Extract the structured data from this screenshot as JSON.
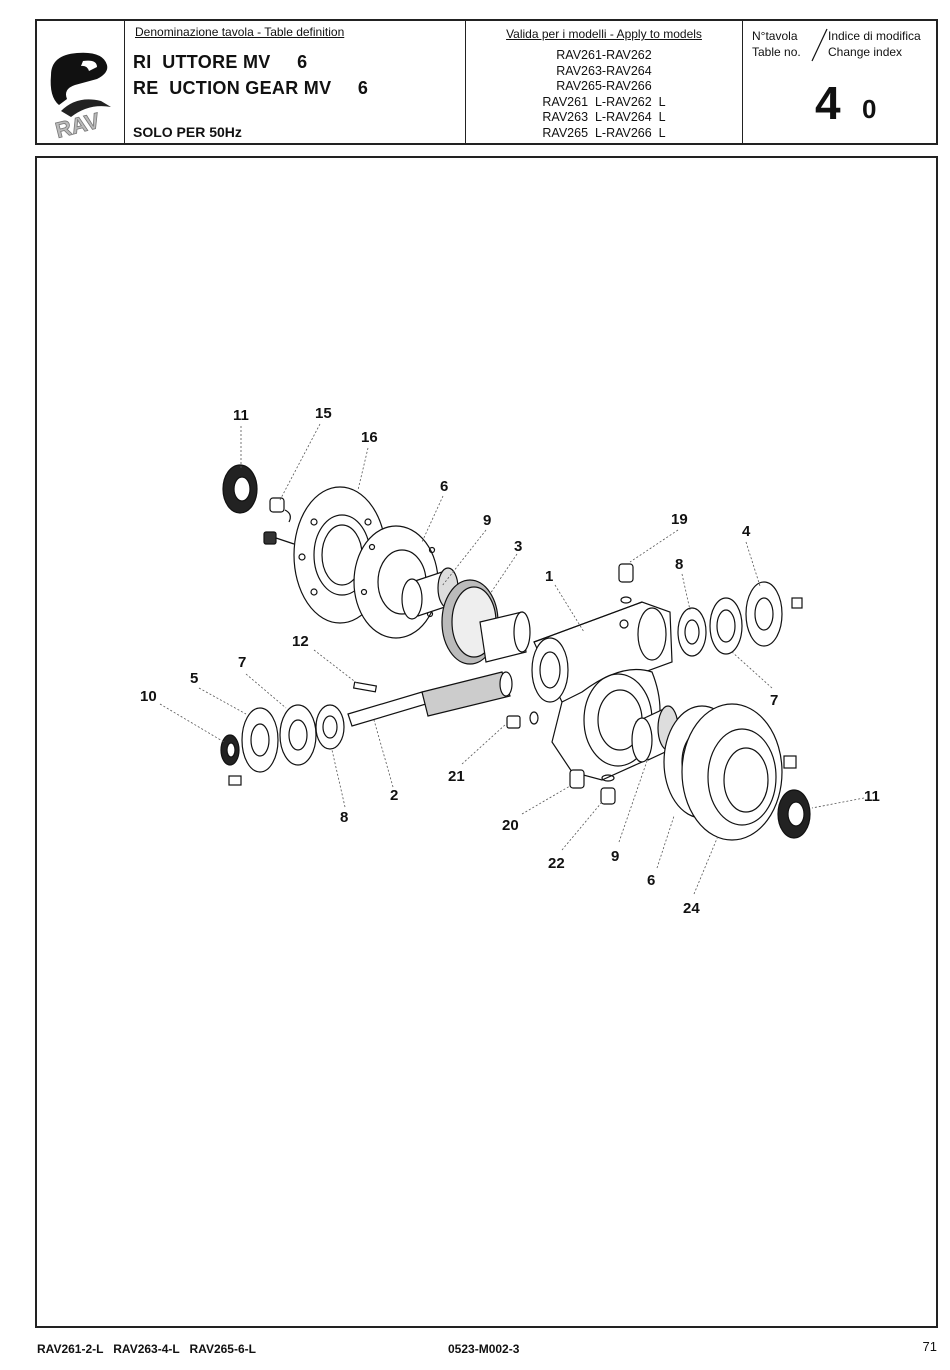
{
  "header": {
    "definition_label": "Denominazione tavola - Table definition",
    "title_it": "RI  UTTORE MV     6",
    "title_en": "RE  UCTION GEAR MV     6",
    "subtitle": "SOLO PER 50Hz",
    "models_label": "Valida per i modelli - Apply to models",
    "models": [
      "RAV261-RAV262",
      "RAV263-RAV264",
      "RAV265-RAV266",
      "RAV261  L-RAV262  L",
      "RAV263  L-RAV264  L",
      "RAV265  L-RAV266  L"
    ],
    "table_no_it": "N°tavola",
    "table_no_en": "Table no.",
    "change_index_it": "Indice di modifica",
    "change_index_en": "Change index",
    "table_number": "4",
    "change_number": "0",
    "logo_text": "RAV"
  },
  "diagram": {
    "labels": [
      "11",
      "15",
      "16",
      "6",
      "9",
      "3",
      "19",
      "4",
      "1",
      "8",
      "12",
      "7",
      "5",
      "10",
      "7",
      "2",
      "8",
      "21",
      "20",
      "22",
      "9",
      "6",
      "24",
      "11"
    ]
  },
  "footer": {
    "models": "RAV261-2-L   RAV263-4-L   RAV265-6-L",
    "code": "0523-M002-3",
    "page": "71"
  }
}
